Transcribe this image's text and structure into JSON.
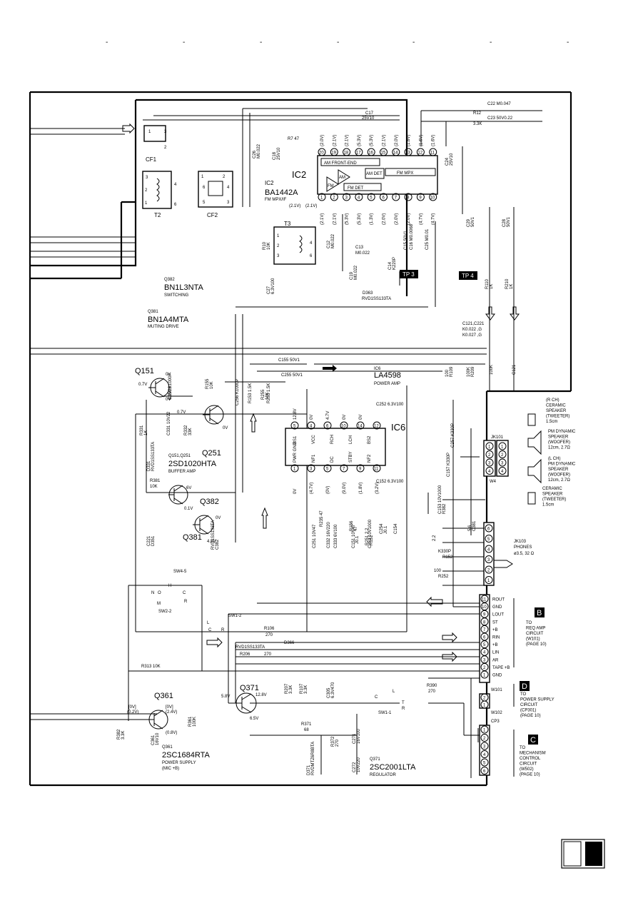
{
  "dashes": [
    "-",
    "-",
    "-",
    "-",
    "-",
    "-",
    "-"
  ],
  "ic2": {
    "name": "IC2",
    "part": "BA1442A",
    "part_ref": "IC2",
    "fn": "FM MPX/IF",
    "blocks": [
      "AM FRONT-END",
      "AM",
      "FM",
      "AM DET",
      "FM MPX",
      "FM DET"
    ],
    "top_pins": [
      "20",
      "19",
      "18",
      "17",
      "16",
      "15",
      "14",
      "13",
      "12",
      "11"
    ],
    "bottom_pins": [
      "1",
      "2",
      "3",
      "4",
      "5",
      "6",
      "7",
      "8",
      "9",
      "10"
    ],
    "top_v": [
      "(2.0V)",
      "(2.1V)",
      "(2.1V)",
      "(5.3V)",
      "(5.3V)",
      "(2.1V)",
      "(2.0V)",
      "(1.8V)",
      "(1.6V)",
      "(1.6V)"
    ],
    "bottom_v": [
      "(2.1V)",
      "(2.1V)",
      "(5.3V)",
      "(5.3V)",
      "(1.3V)",
      "(2.0V)",
      "(2.0V)",
      "(2.0V)",
      "(4.7V)",
      "(4.7V)"
    ],
    "input_v": "(2.1V)"
  },
  "ic6": {
    "name": "IC6",
    "part": "LA4598",
    "part_ref": "IC6",
    "fn": "POWER AMP",
    "pin_labels": [
      "BS1",
      "VCC",
      "RCH",
      "LCH",
      "BS2",
      "PWR GND",
      "NF1",
      "DC",
      "STBY",
      "NF2"
    ],
    "top_pins": [
      "5",
      "4",
      "6",
      "10",
      "14",
      "12"
    ],
    "bottom_pins": [
      "1",
      "3",
      "5",
      "7",
      "9",
      "11"
    ],
    "top_v": [
      "12.8V",
      "0V",
      "4.7V",
      "0V",
      "0V"
    ],
    "bottom_v": [
      "0V",
      "(4.7V)",
      "(0V)",
      "(9.0V)",
      "(1.8V)",
      "(3.2V)"
    ]
  },
  "transistors": [
    {
      "ref": "Q151",
      "v": [
        "0V",
        "0.7V",
        "0V"
      ]
    },
    {
      "ref": "Q251",
      "v": [
        "0.7V",
        "0V"
      ]
    },
    {
      "ref": "Q382",
      "v": [
        "6V",
        "0V"
      ]
    },
    {
      "ref": "Q381",
      "v": [
        "0.1V",
        "4.8V"
      ]
    },
    {
      "ref": "Q371",
      "v": [
        "12.8V",
        "5.8V",
        "6.5V"
      ]
    },
    {
      "ref": "Q361",
      "v": [
        "[0V]",
        "[0V]",
        "(0.2V)",
        "(2.4V)",
        "(0.8V)"
      ]
    }
  ],
  "captions": [
    {
      "ref": "Q382",
      "part": "BN1L3NTA",
      "fn": "SWITCHING"
    },
    {
      "ref": "Q381",
      "part": "BN1A4MTA",
      "fn": "MUTING DRIVE"
    },
    {
      "ref": "Q151,Q251",
      "part": "2SD1020HTA",
      "fn": "BUFFER AMP"
    },
    {
      "ref": "Q361",
      "part": "2SC1684RTA",
      "fn": "POWER SUPPLY",
      "fn2": "(MIC +B)"
    },
    {
      "ref": "Q371",
      "part": "2SC2001LTA",
      "fn": "REGULATOR"
    }
  ],
  "components": {
    "tuner": [
      "CF1",
      "T2",
      "CF2",
      "T3"
    ],
    "ic2_area": [
      "C22 M0.047",
      "R12",
      "3.3K",
      "C23 50V0.22",
      "C17",
      "25V10",
      "R7 47",
      "C26",
      "M0.022",
      "C18",
      "25V10",
      "C24",
      "25V10",
      "C29",
      "50V1",
      "C28",
      "50V1",
      "C12",
      "M0.022",
      "C13",
      "M0.022",
      "C14",
      "K220P",
      "C15 50V1",
      "C16 M0.0068",
      "C25 M0.01",
      "R10",
      "10K",
      "C19",
      "M0.022",
      "C27",
      "6.3V100",
      "D363",
      "RVD1SS133TA",
      "R110",
      "1K",
      "R210",
      "1K",
      "C121,C221",
      "K0.022 ,G",
      "K0.027 ,G"
    ],
    "amp_area": [
      "C156 K1000P",
      "R155",
      "10K",
      "C256 K1000P",
      "C155 50V1",
      "C255 50V1",
      "R153 1.5K",
      "R253 1.5K",
      "R255",
      "10K",
      "C331 10V22",
      "R332",
      "33K",
      "R331",
      "1K",
      "D331",
      "RVD1SS133TA",
      "R381",
      "10K",
      "C252 6.3V100",
      "C152 6.3V100",
      "C157 K330P",
      "C257 K330P",
      "C251 10V47",
      "R235 47",
      "C332 16V220",
      "C333 6V100",
      "C151 10V47",
      "R156",
      "47",
      "C253 10V1000",
      "C254",
      "J0.1",
      "C154",
      "J0.1",
      "R251 2.2",
      "R151",
      "2.2",
      "C153 10V1000",
      "R382",
      "5.6",
      "C381",
      "K330P",
      "R152",
      "100",
      "R252",
      "100",
      "R109",
      "100K",
      "R209",
      "100K",
      "C121",
      "C221",
      "D351",
      "RVD1SS133TA",
      "C382",
      "6.3V22"
    ],
    "bottom_area": [
      "SW4-5",
      "H",
      "C",
      "R",
      "N",
      "O",
      "M",
      "SW2-2",
      "SW1-2",
      "L",
      "C",
      "R",
      "R106",
      "270",
      "RVD1SS133TA",
      "D366",
      "R206",
      "270",
      "R313 10K",
      "R207",
      "3.3K",
      "R107",
      "3.3K",
      "C305",
      "6.3V470",
      "R390",
      "270",
      "L",
      "C",
      "T",
      "R",
      "SW1-1",
      "C361",
      "16V10",
      "R382",
      "3.3K",
      "R361",
      "100K",
      "R371",
      "68",
      "R372",
      "270",
      "C271",
      "16V100",
      "C272",
      "10V220",
      "D371",
      "RVDMTZ6R8BTA"
    ]
  },
  "test_points": [
    "TP 3",
    "TP 4"
  ],
  "speakers": [
    {
      "lines": [
        "(R CH)",
        "CERAMIC",
        "SPEAKER",
        "(TWEETER)",
        "1.5cm"
      ]
    },
    {
      "lines": [
        "PM DYNAMIC",
        "SPEAKER",
        "(WOOFER)",
        "12cm, 2.7Ω"
      ]
    },
    {
      "lines": [
        "(L CH)",
        "PM DYNAMIC",
        "SPEAKER",
        "(WOOFER)",
        "12cm, 2.7Ω"
      ]
    },
    {
      "lines": [
        "CERAMIC",
        "SPEAKER",
        "(TWEETER)",
        "1.5cm"
      ]
    }
  ],
  "jacks": {
    "jk101": "JK101",
    "w4": "W4",
    "jk101_pins": [
      "1",
      "2",
      "3",
      "4"
    ],
    "jk103": "JK103",
    "phones": "PHONES",
    "phones_spec": "ø3.5, 32 Ω",
    "jk103_pins": [
      "6",
      "5",
      "4",
      "3",
      "2",
      "1"
    ]
  },
  "connectors": {
    "w101_pins": [
      "11",
      "10",
      "9",
      "8",
      "7",
      "6",
      "5",
      "4",
      "3",
      "2",
      "1"
    ],
    "w101_labels": [
      "ROUT",
      "GND",
      "LOUT",
      "ST",
      "+B",
      "RIN",
      "+B",
      "LIN",
      "AR",
      "TAPE +B",
      "GND"
    ],
    "w101": "W101",
    "w102": "W102",
    "w102_pins": [
      "2",
      "1"
    ],
    "cp3": "CP3",
    "cp3_pins": [
      "1",
      "2",
      "3",
      "4",
      "5",
      "6"
    ]
  },
  "destinations": [
    {
      "letter": "B",
      "lines": [
        "TO",
        "REQ AMP",
        "CIRCUIT",
        "(W101)",
        "(PAGE 10)"
      ]
    },
    {
      "letter": "D",
      "lines": [
        "TO",
        "POWER SUPPLY",
        "CIRCUIT",
        "(CP301)",
        "(PAGE 10)"
      ]
    },
    {
      "letter": "C",
      "lines": [
        "TO",
        "MECHANISM",
        "CONTROL",
        "CIRCUIT",
        "(W502)",
        "(PAGE 10)"
      ]
    }
  ]
}
